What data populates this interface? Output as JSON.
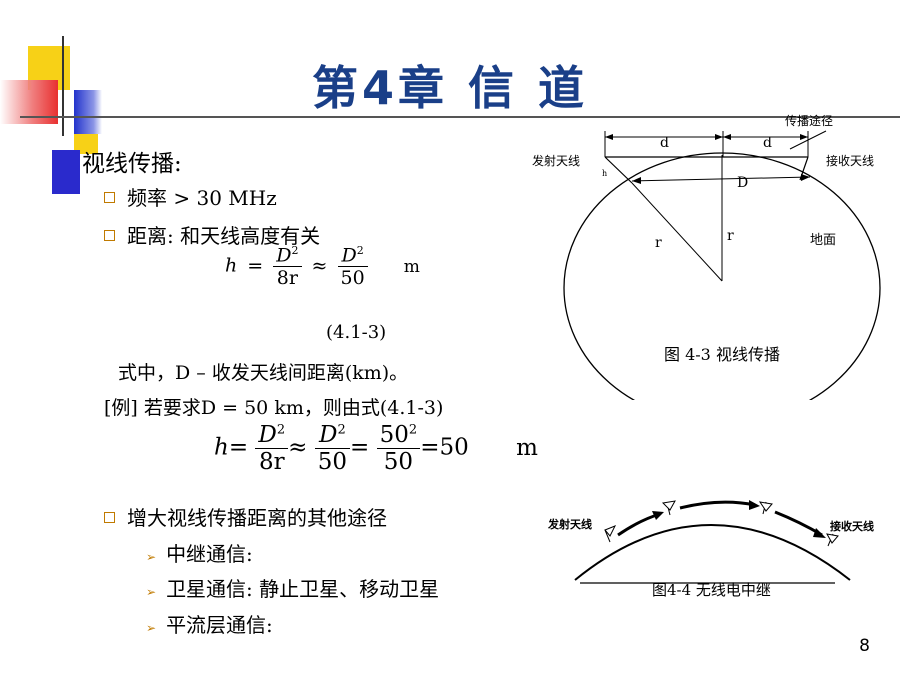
{
  "title": "第4章  信 道",
  "heading": "视线传播:",
  "bullets": [
    "频率 > 30 MHz",
    "距离: 和天线高度有关"
  ],
  "formula1": {
    "lhs": "h",
    "num1": "D",
    "den1": "8r",
    "num2": "D",
    "den2": "50",
    "unit": "m",
    "exp": "2"
  },
  "formula_number": "(4.1-3)",
  "note_line": "式中，D – 收发天线间距离(km)。",
  "example_line": "[例] 若要求D = 50 km，则由式(4.1-3)",
  "formula2": {
    "lhs": "h",
    "num1": "D",
    "den1": "8r",
    "num2": "D",
    "den2": "50",
    "num3": "50",
    "den3": "50",
    "result": "50",
    "unit": "m",
    "exp": "2"
  },
  "bullet3": "增大视线传播距离的其他途径",
  "sub_items": [
    "中继通信:",
    "卫星通信: 静止卫星、移动卫星",
    "平流层通信:"
  ],
  "figure1": {
    "caption": "图 4-3 视线传播",
    "label_path": "传播途径",
    "label_tx": "发射天线",
    "label_rx": "接收天线",
    "label_ground": "地面",
    "label_d1": "d",
    "label_d2": "d",
    "label_D": "D",
    "label_r1": "r",
    "label_r2": "r",
    "label_h": "h"
  },
  "figure2": {
    "caption": "图4-4 无线电中继",
    "label_tx": "发射天线",
    "label_rx": "接收天线"
  },
  "page_number": "8"
}
